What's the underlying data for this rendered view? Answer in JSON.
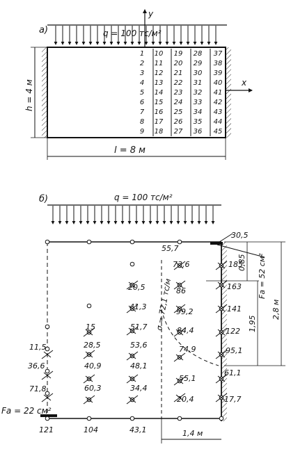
{
  "panel_a": {
    "label": "а)",
    "axis_y": "y",
    "axis_x": "x",
    "load": "q = 100 тс/м²",
    "height": "h = 4 м",
    "span": "l = 8 м",
    "grid_numbers": [
      [
        "1",
        "10",
        "19",
        "28",
        "37"
      ],
      [
        "2",
        "11",
        "20",
        "29",
        "38"
      ],
      [
        "3",
        "12",
        "21",
        "30",
        "39"
      ],
      [
        "4",
        "13",
        "22",
        "31",
        "40"
      ],
      [
        "5",
        "14",
        "23",
        "32",
        "41"
      ],
      [
        "6",
        "15",
        "24",
        "33",
        "42"
      ],
      [
        "7",
        "16",
        "25",
        "34",
        "43"
      ],
      [
        "8",
        "17",
        "26",
        "35",
        "44"
      ],
      [
        "9",
        "18",
        "27",
        "36",
        "45"
      ]
    ]
  },
  "panel_b": {
    "label": "б)",
    "load": "q = 100 тс/м²",
    "fa_top": "30,5",
    "fa_top_area": "Fa = 52 см²",
    "fa_bottom": "Fa = 22 см²",
    "sigma": "σ = 72,1 тс/м",
    "dim_085": "0,85",
    "dim_195": "1,95",
    "dim_28": "2,8 м",
    "dim_14": "1,4 м",
    "values": [
      "55,7",
      "73,6",
      "185",
      "20,5",
      "86",
      "163",
      "41,3",
      "99,2",
      "141",
      "15",
      "51,7",
      "84,4",
      "122",
      "28,5",
      "53,6",
      "74,9",
      "95,1",
      "11,5",
      "36,6",
      "40,9",
      "48,1",
      "55,1",
      "61,1",
      "71,8",
      "60,3",
      "34,4",
      "20,4",
      "17,7",
      "121",
      "104",
      "43,1"
    ]
  }
}
